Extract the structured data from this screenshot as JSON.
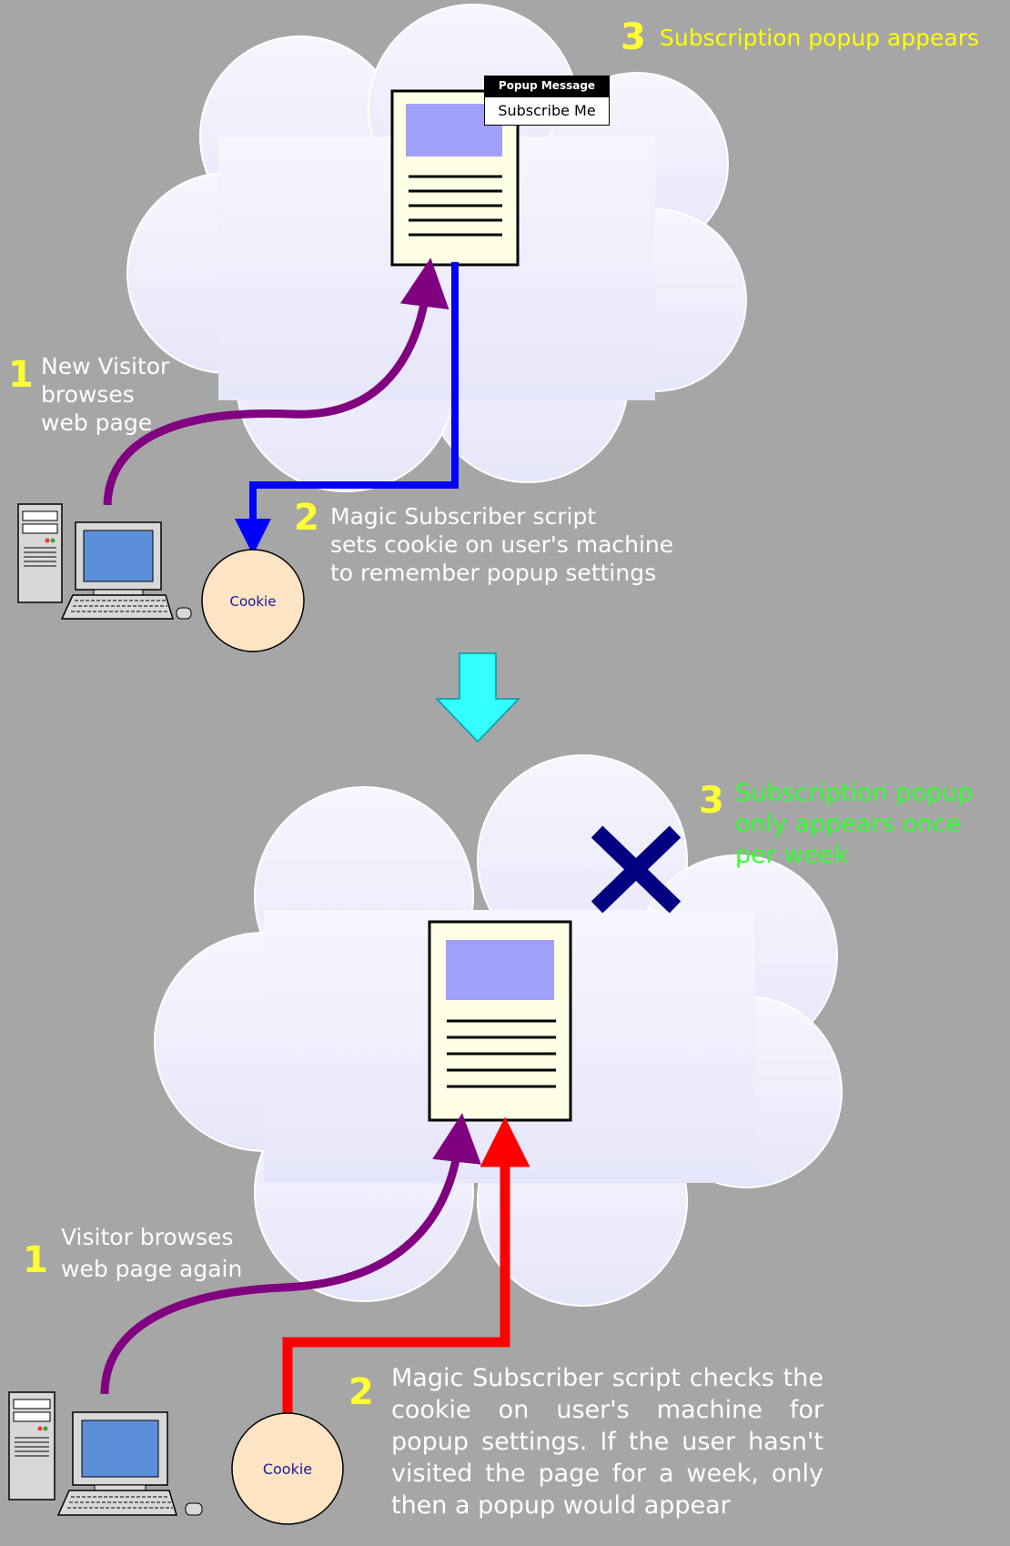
{
  "top": {
    "step1": {
      "num": "1",
      "text": [
        "New Visitor",
        "browses",
        "web page"
      ]
    },
    "step2": {
      "num": "2",
      "text": [
        "Magic Subscriber script",
        "sets cookie on user's machine",
        "to remember popup settings"
      ]
    },
    "step3": {
      "num": "3",
      "text": "Subscription popup appears"
    },
    "popup": {
      "title": "Popup Message",
      "button": "Subscribe Me"
    },
    "cookie": "Cookie"
  },
  "bottom": {
    "step1": {
      "num": "1",
      "text": [
        "Visitor browses",
        "web page again"
      ]
    },
    "step2": {
      "num": "2",
      "text": "Magic Subscriber script checks the cookie on user's machine for popup settings. If the user hasn't visited the page for a week, only then a popup would appear"
    },
    "step3": {
      "num": "3",
      "text": [
        "Subscription popup",
        "only appears once",
        "per week"
      ]
    },
    "cookie": "Cookie"
  },
  "colors": {
    "background": "#a6a6a6",
    "cloud": "#eeeefc",
    "label_white": "#ffffff",
    "label_yellow": "#ffff00",
    "label_green": "#33ff33",
    "page_fill": "#ffffe6",
    "page_image": "#a0a0f8",
    "arrow_purple": "#800080",
    "arrow_blue": "#0000ff",
    "arrow_red": "#ff0000",
    "arrow_cyan": "#33ffff",
    "cross": "#000080",
    "cookie_fill": "#fce4c4",
    "monitor_screen": "#5b8fd9"
  },
  "icons": [
    "cloud-icon",
    "web-page-icon",
    "computer-icon",
    "cookie-icon",
    "down-arrow-icon",
    "cross-icon"
  ]
}
